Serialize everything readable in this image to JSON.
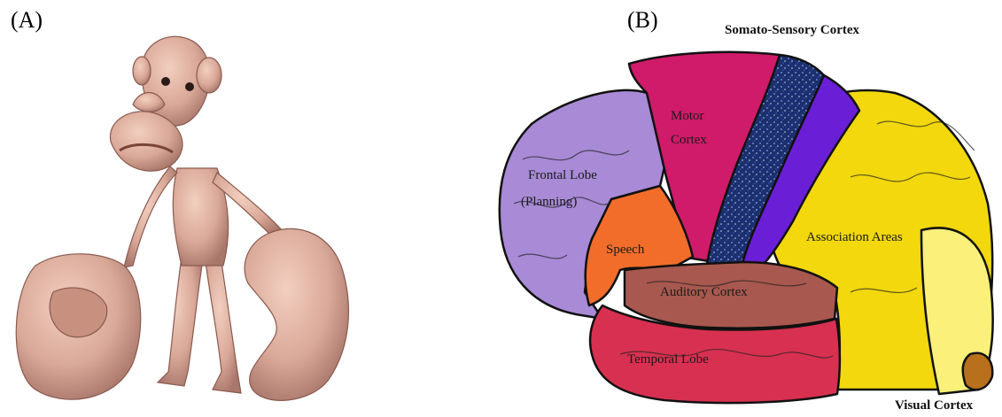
{
  "panels": {
    "a_label": "(A)",
    "b_label": "(B)"
  },
  "brain": {
    "regions": {
      "somato": "Somato-Sensory Cortex",
      "motor_1": "Motor",
      "motor_2": "Cortex",
      "frontal_1": "Frontal Lobe",
      "frontal_2": "(Planning)",
      "speech": "Speech",
      "association": "Association Areas",
      "auditory": "Auditory Cortex",
      "temporal": "Temporal Lobe",
      "visual": "Visual Cortex"
    },
    "colors": {
      "frontal": "#a88ad6",
      "motor": "#d01a6a",
      "somato": "#1c2f6e",
      "parietal_purple": "#6a1fd6",
      "association": "#f2d80c",
      "occipital": "#faf07a",
      "speech": "#f26d2a",
      "auditory": "#a8584e",
      "temporal": "#d83050",
      "visual": "#b8701c"
    }
  }
}
